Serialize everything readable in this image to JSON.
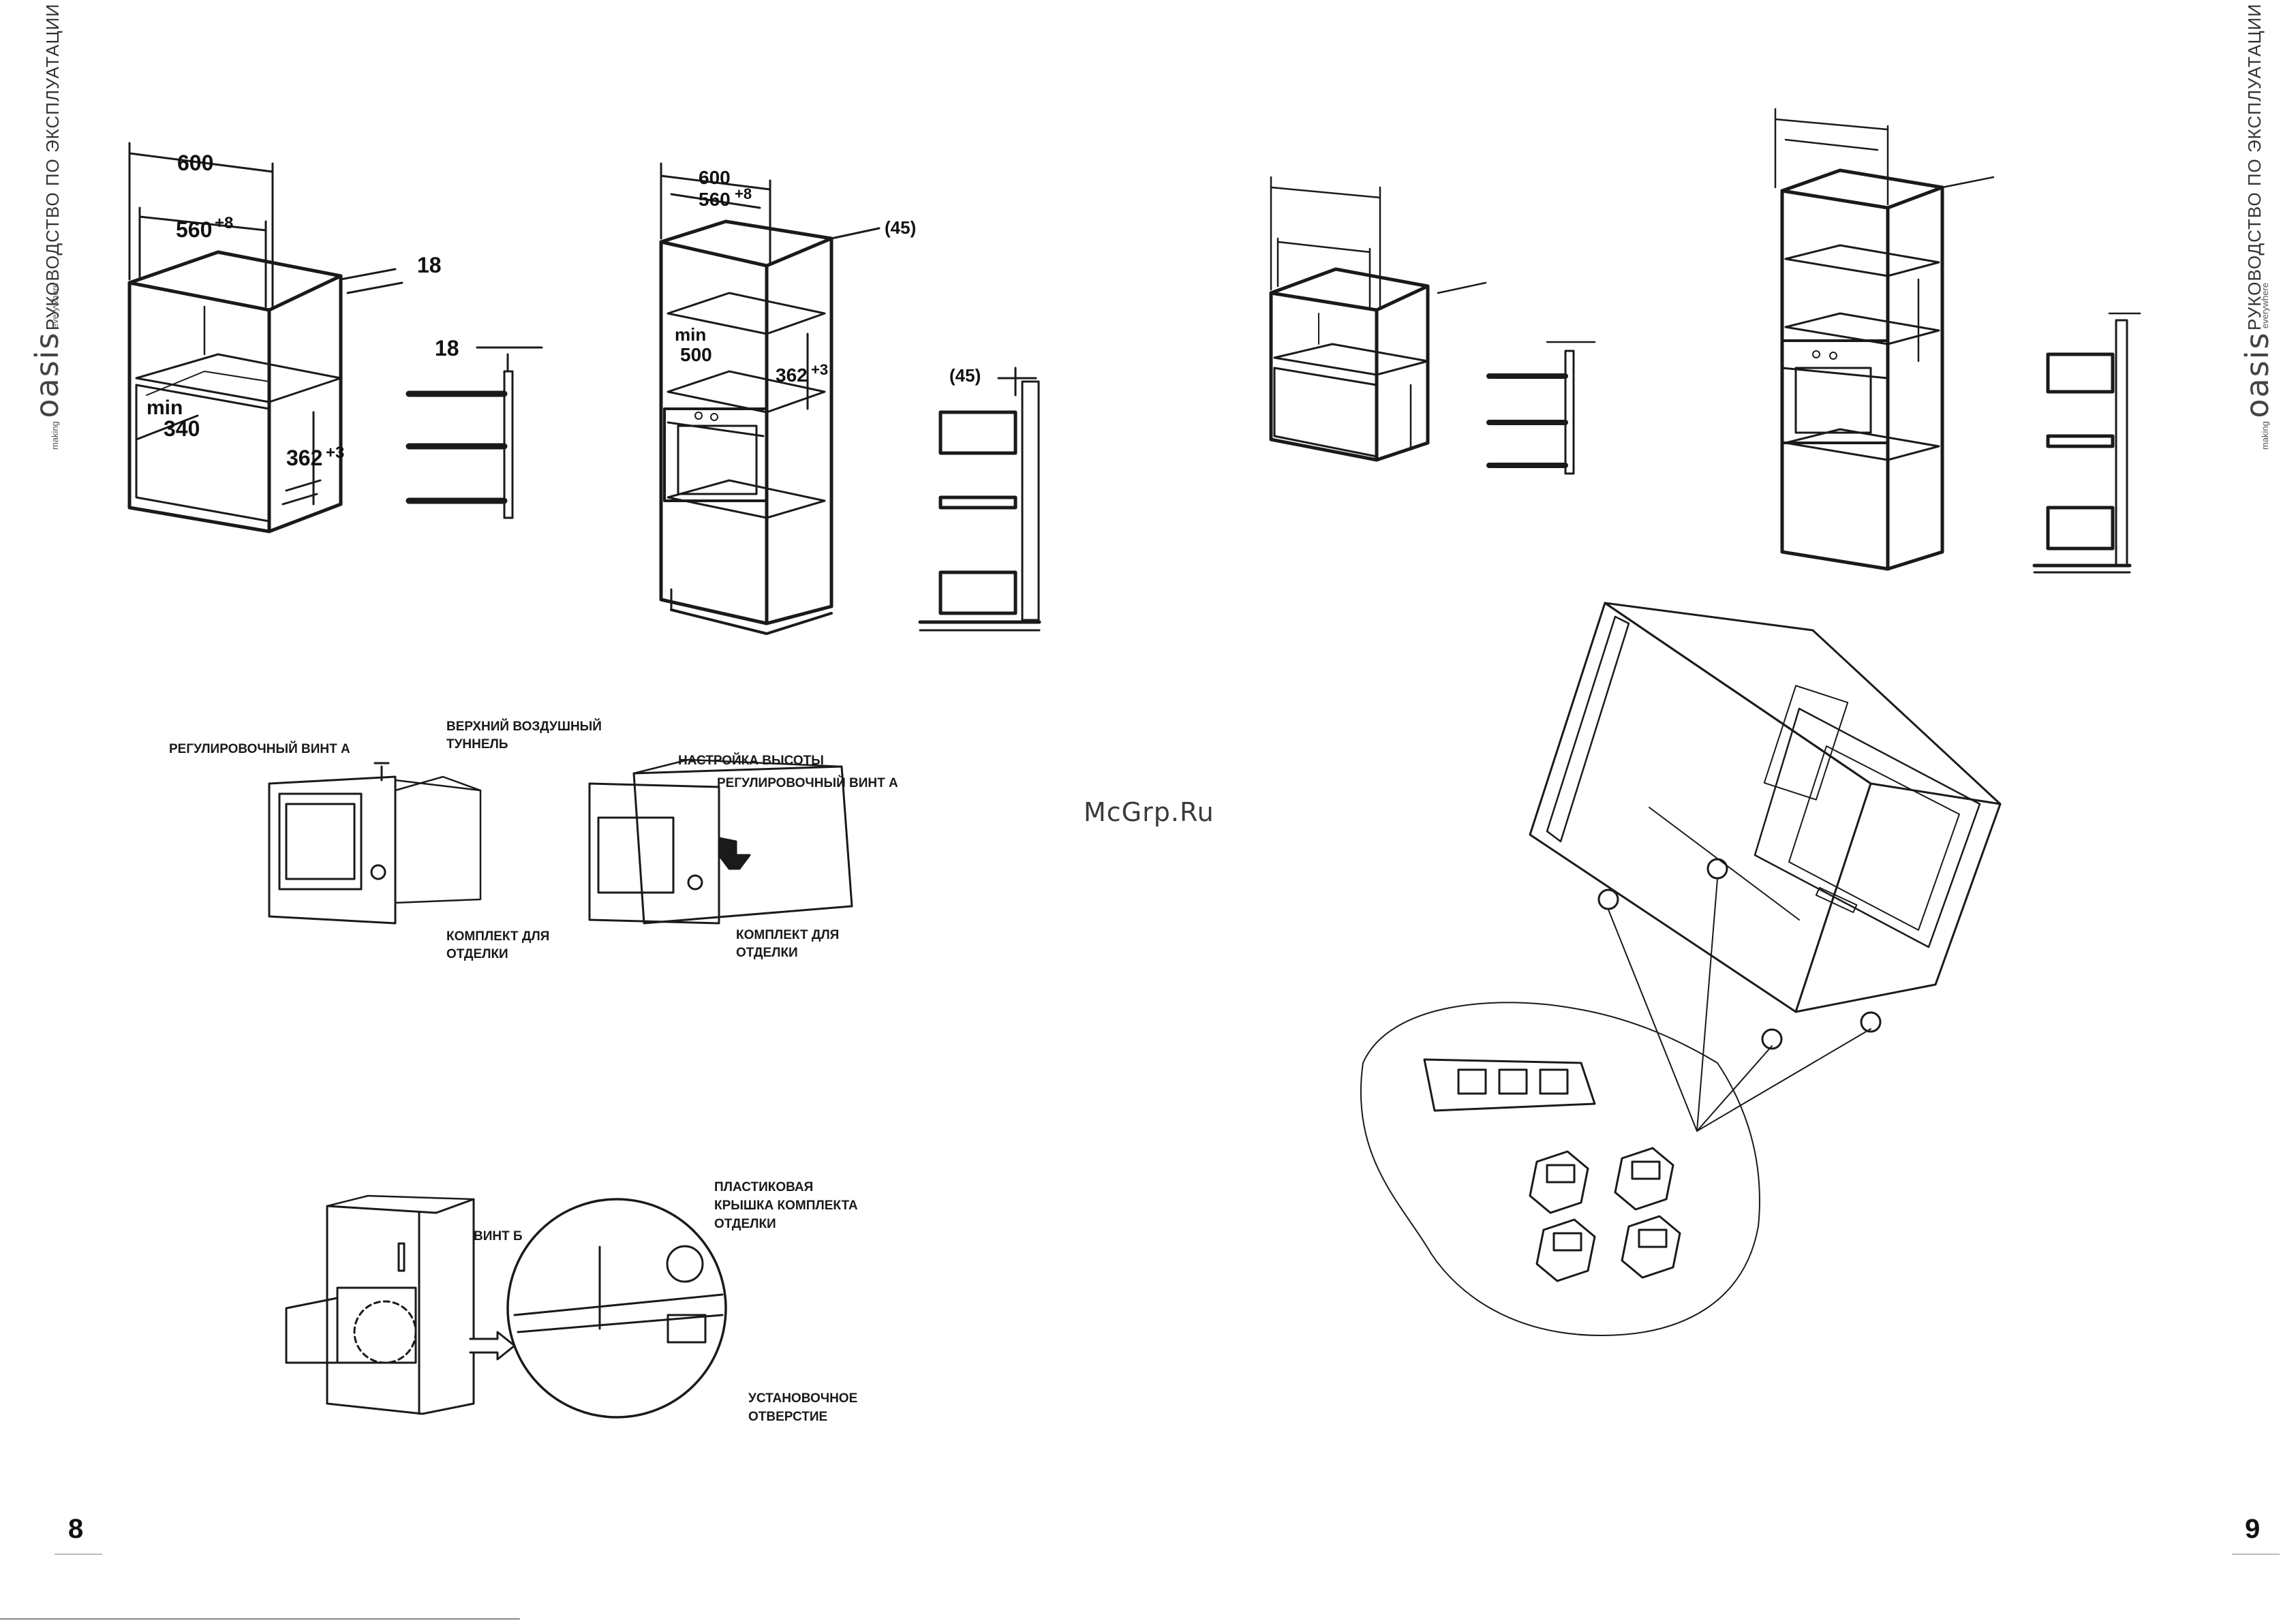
{
  "left_page": {
    "side_title": "РУКОВОДСТВО ПО ЭКСПЛУАТАЦИИ",
    "logo": {
      "top": "making",
      "main": "oasis",
      "bottom": "everywhere"
    },
    "page_number": "8",
    "diagram1": {
      "width": "600",
      "inner_width": "560",
      "inner_width_tol": "+8",
      "panel": "18",
      "side_panel": "18",
      "min_label": "min",
      "min_value": "340",
      "height": "362",
      "height_tol": "+3"
    },
    "diagram2": {
      "width": "600",
      "inner_width": "560",
      "inner_width_tol": "+8",
      "gap": "(45)",
      "min_label": "min",
      "min_value": "500",
      "height": "362",
      "height_tol": "+3",
      "side_gap": "(45)"
    },
    "install1": {
      "screw_a": "РЕГУЛИРОВОЧНЫЙ ВИНТ А",
      "air_tunnel_1": "ВЕРХНИЙ ВОЗДУШНЫЙ",
      "air_tunnel_2": "ТУННЕЛЬ",
      "trim_kit_1": "КОМПЛЕКТ ДЛЯ",
      "trim_kit_2": "ОТДЕЛКИ"
    },
    "install2": {
      "height_adj": "НАСТРОЙКА ВЫСОТЫ",
      "screw_a": "РЕГУЛИРОВОЧНЫЙ ВИНТ А",
      "trim_kit_1": "КОМПЛЕКТ ДЛЯ",
      "trim_kit_2": "ОТДЕЛКИ"
    },
    "install3": {
      "cover_1": "ПЛАСТИКОВАЯ",
      "cover_2": "КРЫШКА КОМПЛЕКТА",
      "cover_3": "ОТДЕЛКИ",
      "screw_b": "ВИНТ Б",
      "hole_1": "УСТАНОВОЧНОЕ",
      "hole_2": "ОТВЕРСТИЕ"
    }
  },
  "right_page": {
    "side_title": "РУКОВОДСТВО ПО ЭКСПЛУАТАЦИИ",
    "logo": {
      "top": "making",
      "main": "oasis",
      "bottom": "everywhere"
    },
    "page_number": "9"
  },
  "watermark": "McGrp.Ru"
}
